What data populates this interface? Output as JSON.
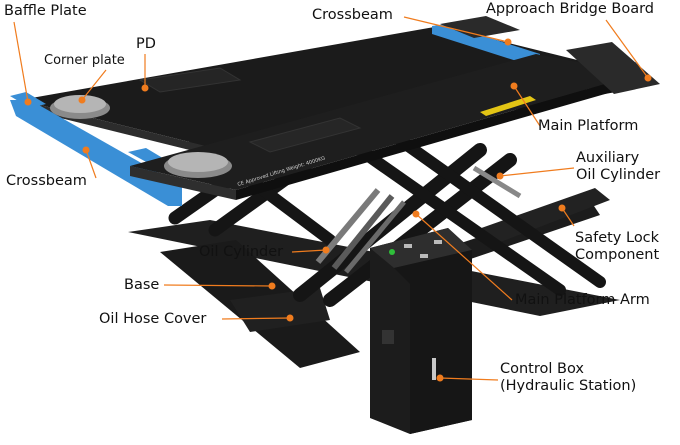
{
  "diagram": {
    "colors": {
      "frame": "#1a1a1a",
      "frame_light": "#2b2b2b",
      "crossbeam_blue": "#3a8fd6",
      "leader_orange": "#f07c1e",
      "pad_gray": "#9a9a9a",
      "button_green": "#2fbf3a",
      "stripe_yellow": "#e3c515"
    },
    "labels": {
      "baffle_plate": "Baffle Plate",
      "corner_plate": "Corner plate",
      "pd": "PD",
      "crossbeam_top": "Crossbeam",
      "approach_bridge_board": "Approach Bridge Board",
      "main_platform": "Main Platform",
      "crossbeam_left": "Crossbeam",
      "auxiliary_oil_cylinder_1": "Auxiliary",
      "auxiliary_oil_cylinder_2": "Oil Cylinder",
      "oil_cylinder": "Oil Cylinder",
      "safety_lock_component_1": "Safety Lock",
      "safety_lock_component_2": "Component",
      "base": "Base",
      "main_platform_arm": "Main Platform Arm",
      "oil_hose_cover": "Oil Hose Cover",
      "control_box_1": "Control Box",
      "control_box_2": "(Hydraulic Station)"
    },
    "platform_plate_text": "CE Approved Lifting Weight: 4000KG"
  }
}
